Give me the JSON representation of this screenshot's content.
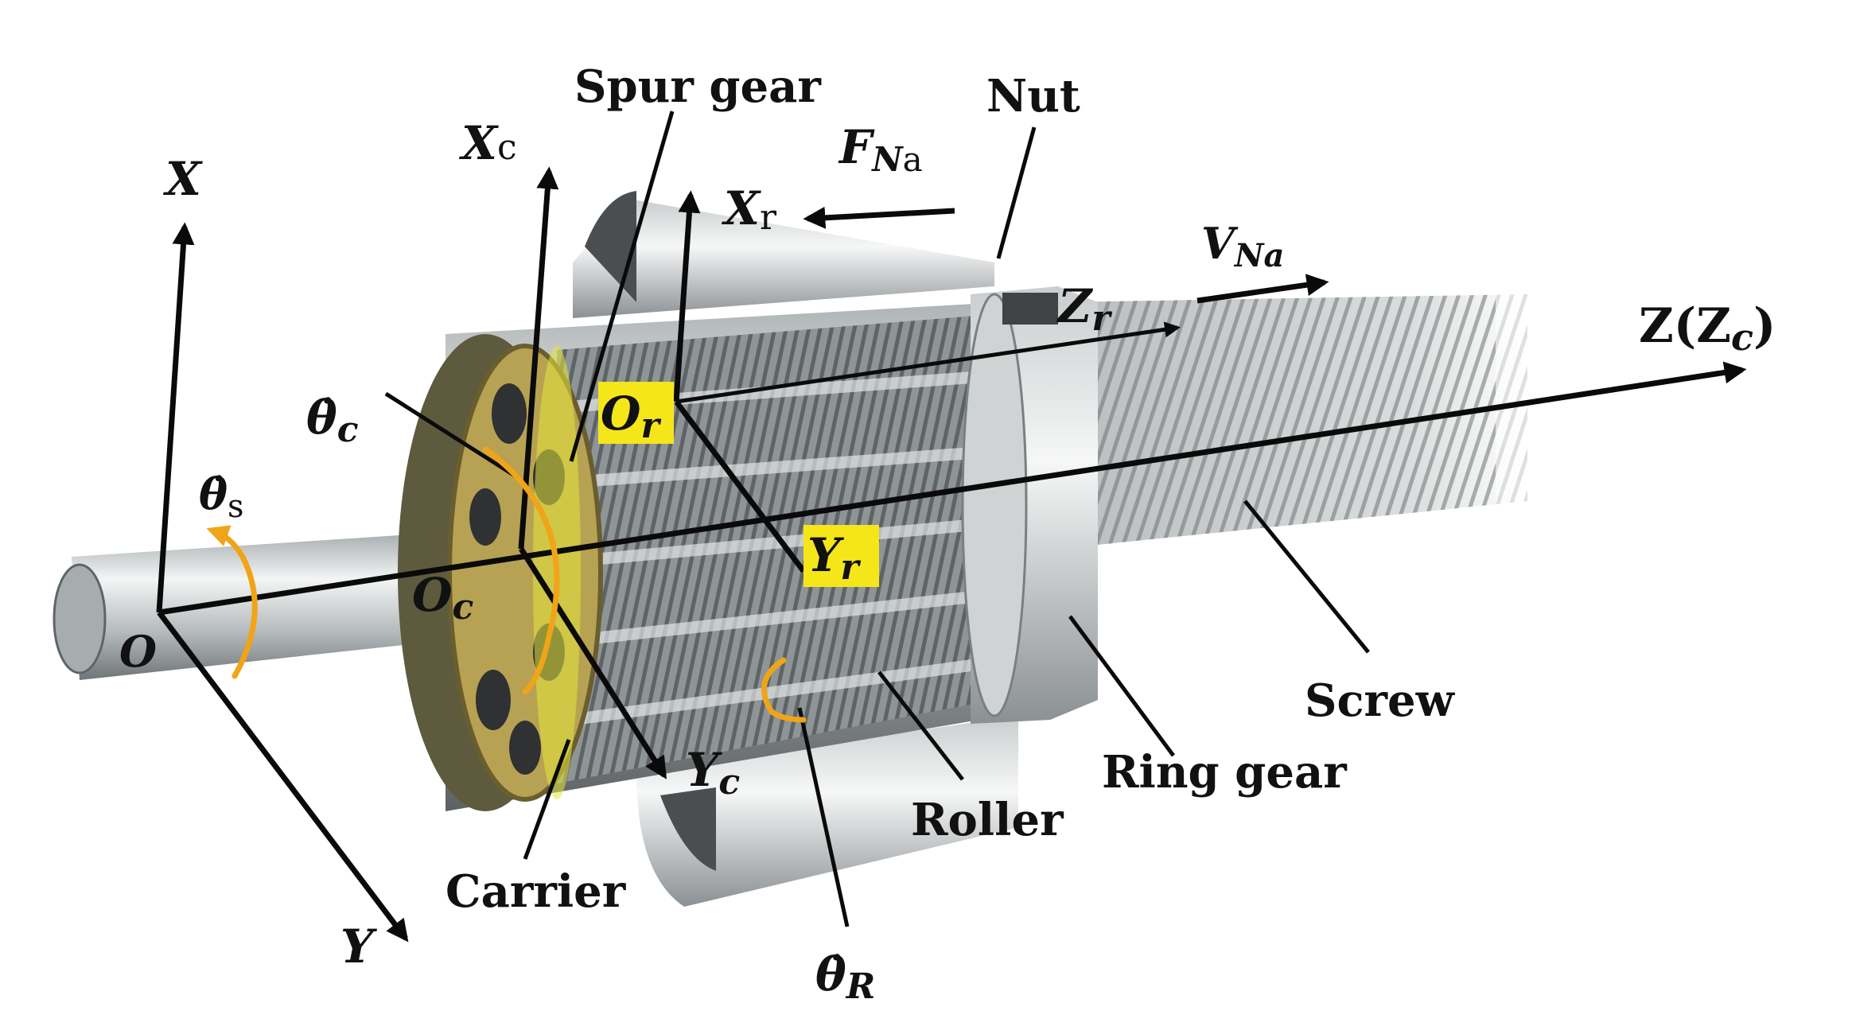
{
  "components": {
    "spur_gear": "Spur gear",
    "nut": "Nut",
    "screw": "Screw",
    "ring_gear": "Ring gear",
    "roller": "Roller",
    "carrier": "Carrier"
  },
  "axes": {
    "X": "X",
    "Y": "Y",
    "O": "O",
    "Xc_main": "X",
    "Xc_sub": "c",
    "Yc_main": "Y",
    "Yc_sub": "c",
    "Oc_main": "O",
    "Oc_sub": "c",
    "Xr_main": "X",
    "Xr_sub": "r",
    "Yr_main": "Y",
    "Yr_sub": "r",
    "Or_main": "O",
    "Or_sub": "r",
    "Zr_main": "Z",
    "Zr_sub": "r",
    "Z_main": "Z(Z",
    "Z_sub": "c",
    "Z_close": ")"
  },
  "quantities": {
    "FNa_main": "F",
    "FNa_sub1": "N",
    "FNa_sub2": "a",
    "VNa_main": "V",
    "VNa_sub": "Na",
    "theta_s_main": "θ̇",
    "theta_s_sub": "s",
    "theta_c_main": "θ̇",
    "theta_c_sub": "c",
    "theta_R_main": "θ̇",
    "theta_R_sub": "R"
  },
  "colors": {
    "highlight": "#f5e61a",
    "rotation_arrow": "#f0a418",
    "axis": "#0a0a0a",
    "metal_light": "#e8eaea",
    "metal_dark": "#7c8285",
    "gold": "#b09a3a"
  }
}
